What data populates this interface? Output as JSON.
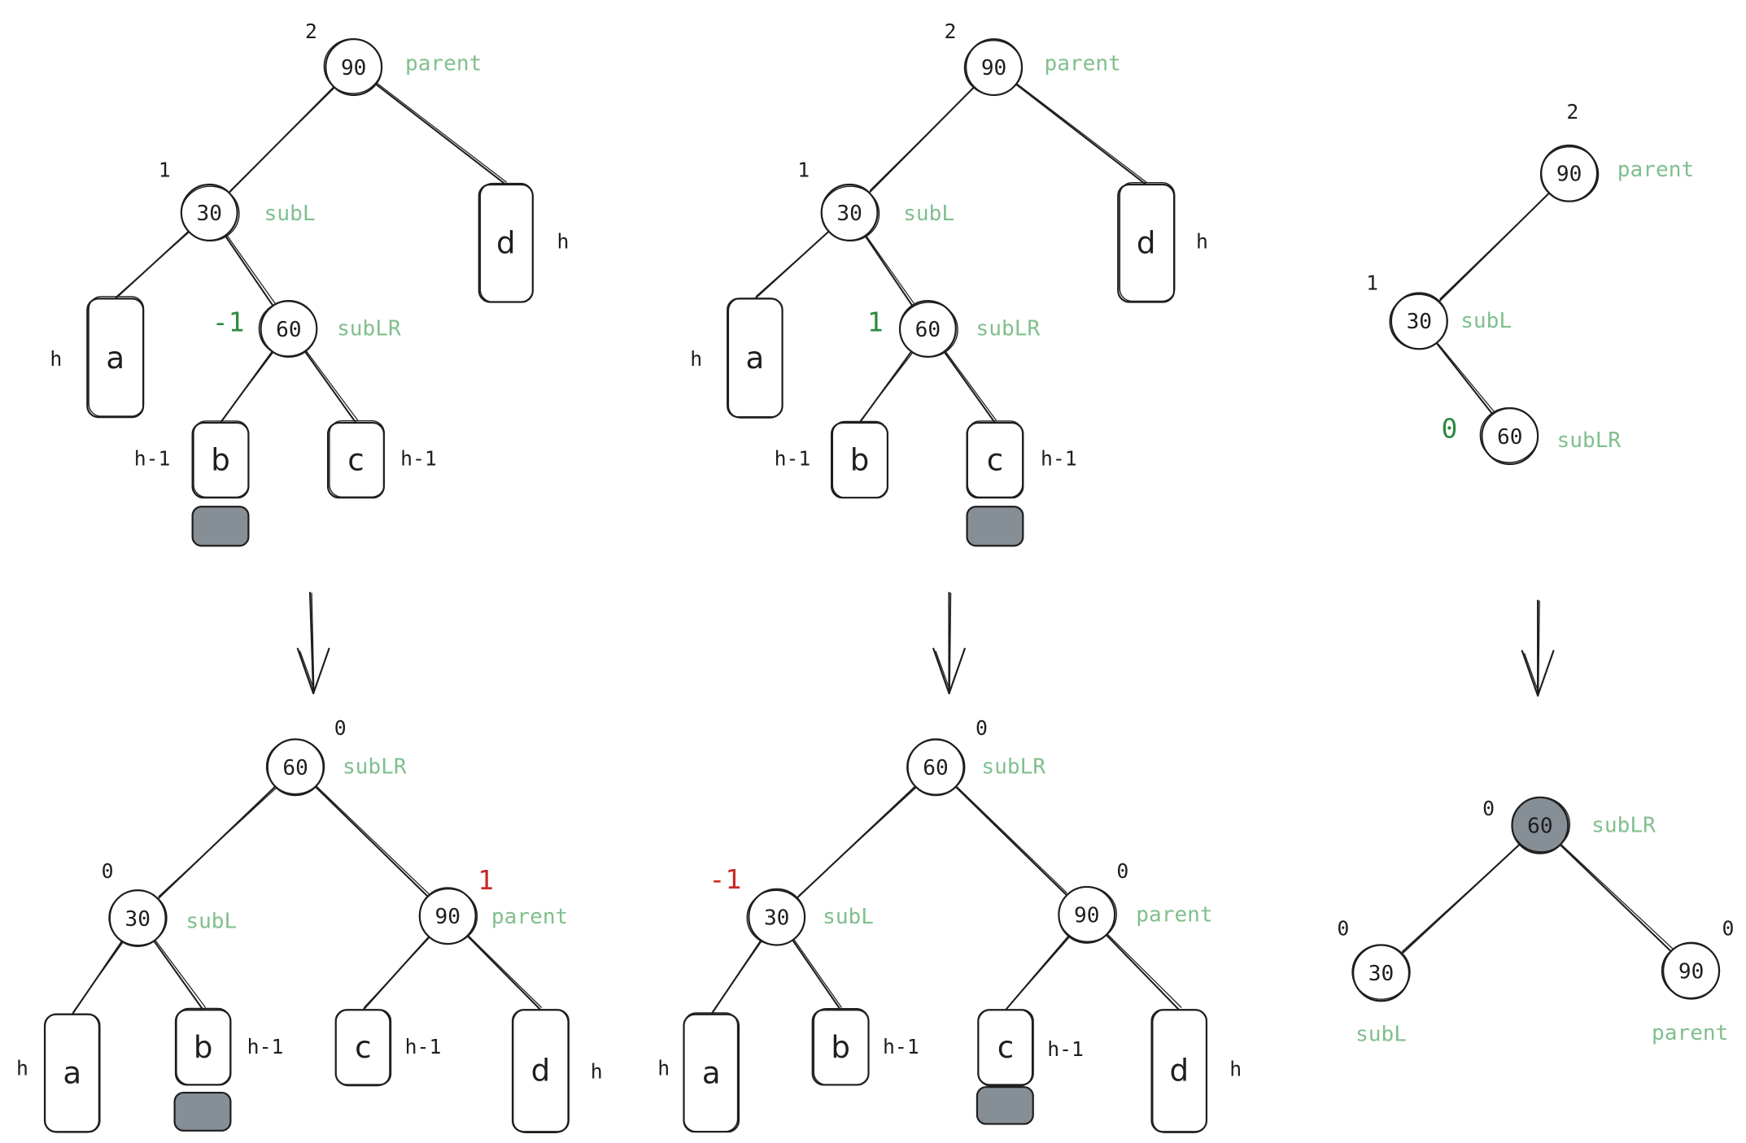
{
  "title": "AVL tree left-right double rotation (balance factor updates)",
  "colors": {
    "role_label": "#80bf8e",
    "bf_highlight_green": "#2b8a3e",
    "bf_highlight_red": "#c92a2a",
    "inserted_block": "#868e96",
    "stroke": "#1e1e1e"
  },
  "panels": [
    {
      "id": "case1",
      "before": {
        "nodes": [
          {
            "id": "p",
            "key": "90",
            "role": "parent",
            "bf": "2",
            "bf_style": "plain"
          },
          {
            "id": "l",
            "key": "30",
            "role": "subL",
            "bf": "1",
            "bf_style": "plain"
          },
          {
            "id": "lr",
            "key": "60",
            "role": "subLR",
            "bf": "-1",
            "bf_style": "green"
          }
        ],
        "subtrees": [
          {
            "id": "a",
            "label": "a",
            "height": "h"
          },
          {
            "id": "b",
            "label": "b",
            "height": "h-1",
            "inserted": true
          },
          {
            "id": "c",
            "label": "c",
            "height": "h-1"
          },
          {
            "id": "d",
            "label": "d",
            "height": "h"
          }
        ]
      },
      "after": {
        "nodes": [
          {
            "id": "lr",
            "key": "60",
            "role": "subLR",
            "bf": "0",
            "bf_style": "plain"
          },
          {
            "id": "l",
            "key": "30",
            "role": "subL",
            "bf": "0",
            "bf_style": "plain"
          },
          {
            "id": "p",
            "key": "90",
            "role": "parent",
            "bf": "1",
            "bf_style": "red"
          }
        ],
        "subtrees": [
          {
            "id": "a",
            "label": "a",
            "height": "h"
          },
          {
            "id": "b",
            "label": "b",
            "height": "h-1",
            "inserted": true
          },
          {
            "id": "c",
            "label": "c",
            "height": "h-1"
          },
          {
            "id": "d",
            "label": "d",
            "height": "h"
          }
        ]
      }
    },
    {
      "id": "case2",
      "before": {
        "nodes": [
          {
            "id": "p",
            "key": "90",
            "role": "parent",
            "bf": "2",
            "bf_style": "plain"
          },
          {
            "id": "l",
            "key": "30",
            "role": "subL",
            "bf": "1",
            "bf_style": "plain"
          },
          {
            "id": "lr",
            "key": "60",
            "role": "subLR",
            "bf": "1",
            "bf_style": "green"
          }
        ],
        "subtrees": [
          {
            "id": "a",
            "label": "a",
            "height": "h"
          },
          {
            "id": "b",
            "label": "b",
            "height": "h-1"
          },
          {
            "id": "c",
            "label": "c",
            "height": "h-1",
            "inserted": true
          },
          {
            "id": "d",
            "label": "d",
            "height": "h"
          }
        ]
      },
      "after": {
        "nodes": [
          {
            "id": "lr",
            "key": "60",
            "role": "subLR",
            "bf": "0",
            "bf_style": "plain"
          },
          {
            "id": "l",
            "key": "30",
            "role": "subL",
            "bf": "-1",
            "bf_style": "red"
          },
          {
            "id": "p",
            "key": "90",
            "role": "parent",
            "bf": "0",
            "bf_style": "plain"
          }
        ],
        "subtrees": [
          {
            "id": "a",
            "label": "a",
            "height": "h"
          },
          {
            "id": "b",
            "label": "b",
            "height": "h-1"
          },
          {
            "id": "c",
            "label": "c",
            "height": "h-1",
            "inserted": true
          },
          {
            "id": "d",
            "label": "d",
            "height": "h"
          }
        ]
      }
    },
    {
      "id": "case3",
      "before": {
        "nodes": [
          {
            "id": "p",
            "key": "90",
            "role": "parent",
            "bf": "2",
            "bf_style": "plain"
          },
          {
            "id": "l",
            "key": "30",
            "role": "subL",
            "bf": "1",
            "bf_style": "plain"
          },
          {
            "id": "lr",
            "key": "60",
            "role": "subLR",
            "bf": "0",
            "bf_style": "green"
          }
        ],
        "subtrees": []
      },
      "after": {
        "nodes": [
          {
            "id": "lr",
            "key": "60",
            "role": "subLR",
            "bf": "0",
            "bf_style": "plain",
            "inserted": true
          },
          {
            "id": "l",
            "key": "30",
            "role": "subL",
            "bf": "0",
            "bf_style": "plain"
          },
          {
            "id": "p",
            "key": "90",
            "role": "parent",
            "bf": "0",
            "bf_style": "plain"
          }
        ],
        "subtrees": []
      }
    }
  ]
}
